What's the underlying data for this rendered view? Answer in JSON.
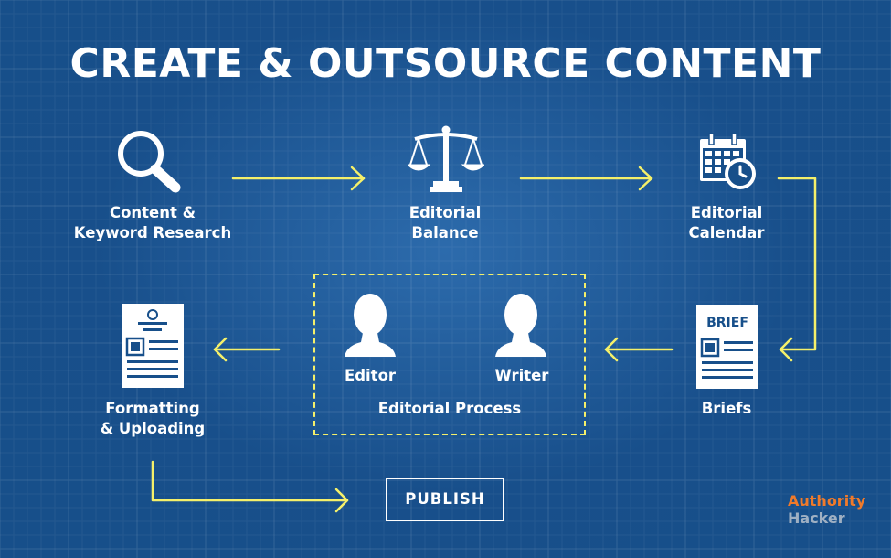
{
  "title": "CREATE & OUTSOURCE CONTENT",
  "steps": {
    "research": {
      "line1": "Content &",
      "line2": "Keyword Research"
    },
    "balance": {
      "line1": "Editorial",
      "line2": "Balance"
    },
    "calendar": {
      "line1": "Editorial",
      "line2": "Calendar"
    },
    "briefs": {
      "label": "Briefs",
      "doc_heading": "BRIEF"
    },
    "process": {
      "editor": "Editor",
      "writer": "Writer",
      "label": "Editorial Process"
    },
    "formatting": {
      "line1": "Formatting",
      "line2": "& Uploading"
    },
    "publish": "PUBLISH"
  },
  "brand": {
    "line1": "Authority",
    "line2": "Hacker"
  },
  "colors": {
    "background": "#174f8a",
    "arrows": "#f5f06a",
    "text": "#ffffff",
    "brand_accent": "#f07a2a",
    "brand_muted": "#9fb0c3"
  }
}
